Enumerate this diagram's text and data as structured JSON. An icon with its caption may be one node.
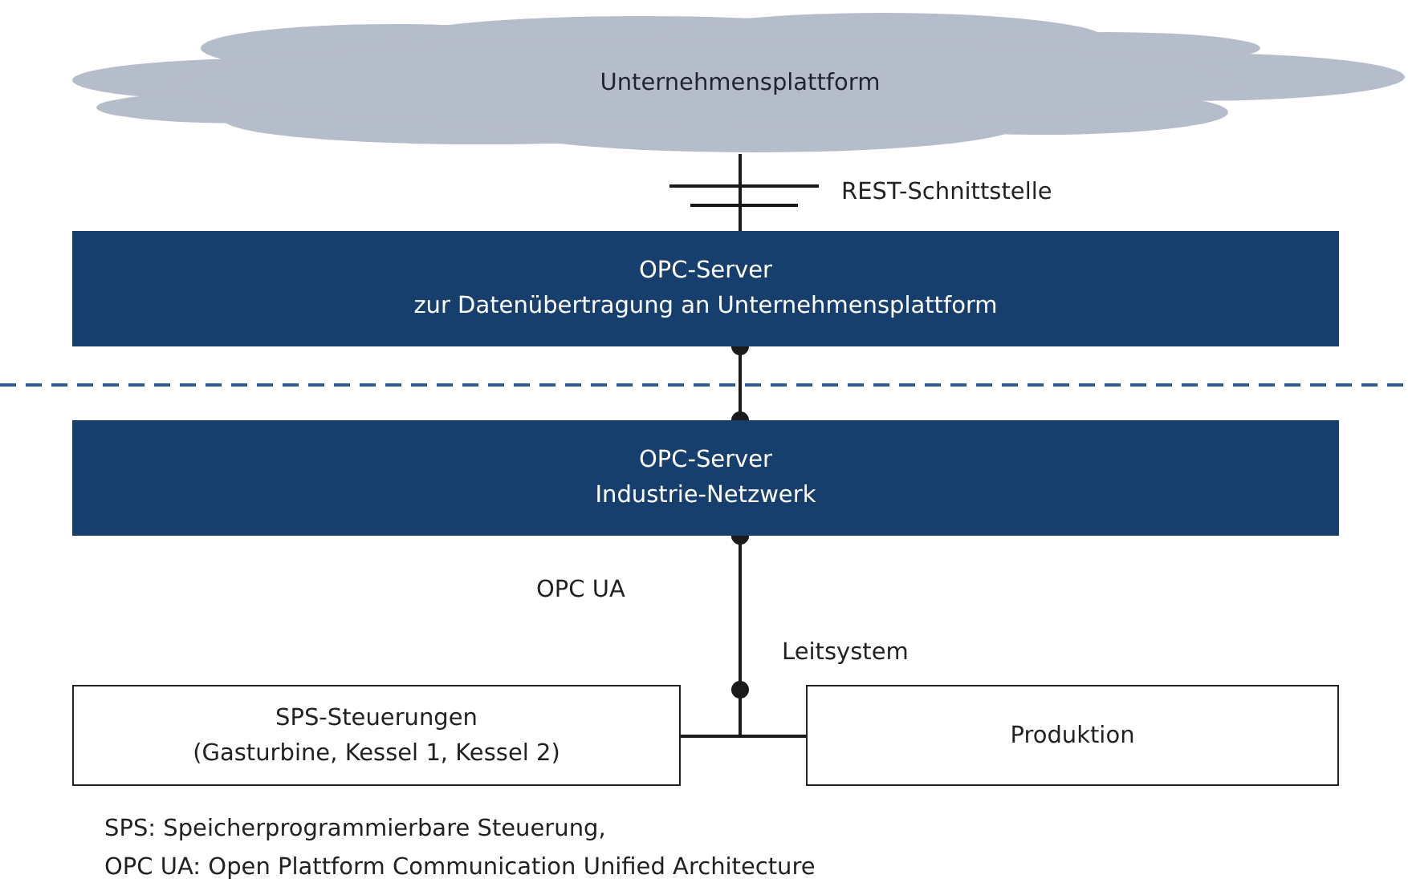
{
  "diagram": {
    "nodes": [
      {
        "text": [
          "Unternehmensplattform"
        ]
      },
      {
        "text": [
          "OPC-Server",
          "zur Datenübertragung an Unternehmensplattform"
        ]
      },
      {
        "text": [
          "OPC-Server",
          "Industrie-Netzwerk"
        ]
      },
      {
        "text": [
          "SPS-Steuerungen",
          "(Gasturbine, Kessel 1, Kessel 2)"
        ]
      },
      {
        "text": [
          "Produktion"
        ]
      }
    ],
    "edges": [
      {
        "from": 0,
        "to": 1,
        "arrow": "none",
        "label": "REST-Schnittstelle"
      },
      {
        "from": 1,
        "to": 2,
        "arrow": "other"
      },
      {
        "from": 2,
        "to": 3,
        "arrow": "other",
        "label": "OPC UA"
      },
      {
        "from": 2,
        "to": 4,
        "arrow": "other"
      }
    ],
    "labels": [
      "Leitsystem",
      "SPS: Speicherprogrammierbare Steuerung,",
      "OPC UA: Open Plattform Communication Unified Architecture"
    ]
  }
}
